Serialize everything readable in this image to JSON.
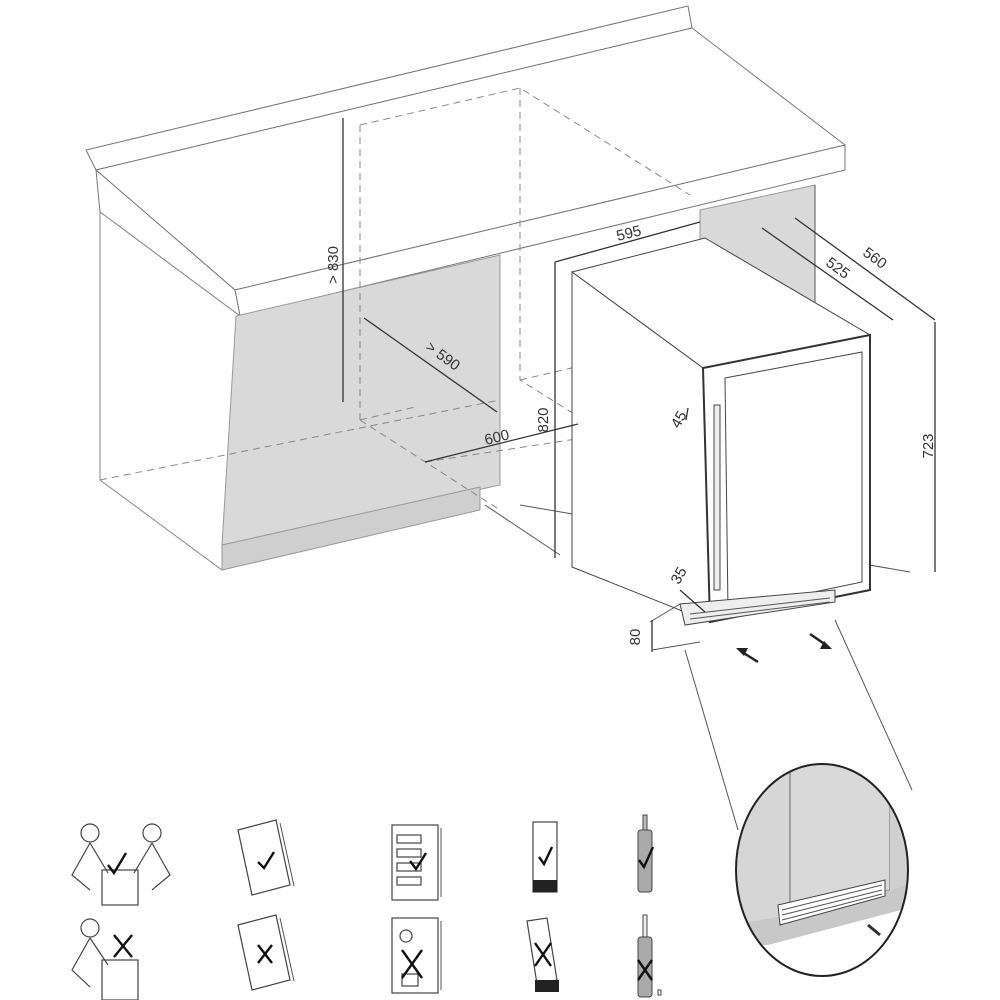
{
  "dimensions": {
    "min_niche_height": "> 830",
    "min_niche_depth": "> 590",
    "niche_width": "600",
    "unit_width": "595",
    "unit_depth": "525",
    "unit_depth_with_door": "560",
    "unit_height": "820",
    "door_height": "723",
    "top_gap": "45",
    "bottom_gap": "35",
    "plinth_height": "80"
  },
  "colors": {
    "panel_grey": "#d9d9d9",
    "line": "#555555"
  },
  "icons": {
    "row_ok": [
      "two-person-lift-ok-icon",
      "read-manual-ok-icon",
      "shelf-loading-ok-icon",
      "upright-transport-ok-icon",
      "bottle-ok-icon"
    ],
    "row_not_ok": [
      "one-person-lift-not-ok-icon",
      "manual-not-ok-icon",
      "shelf-loading-not-ok-icon",
      "tilted-transport-not-ok-icon",
      "bottle-not-ok-icon"
    ]
  }
}
